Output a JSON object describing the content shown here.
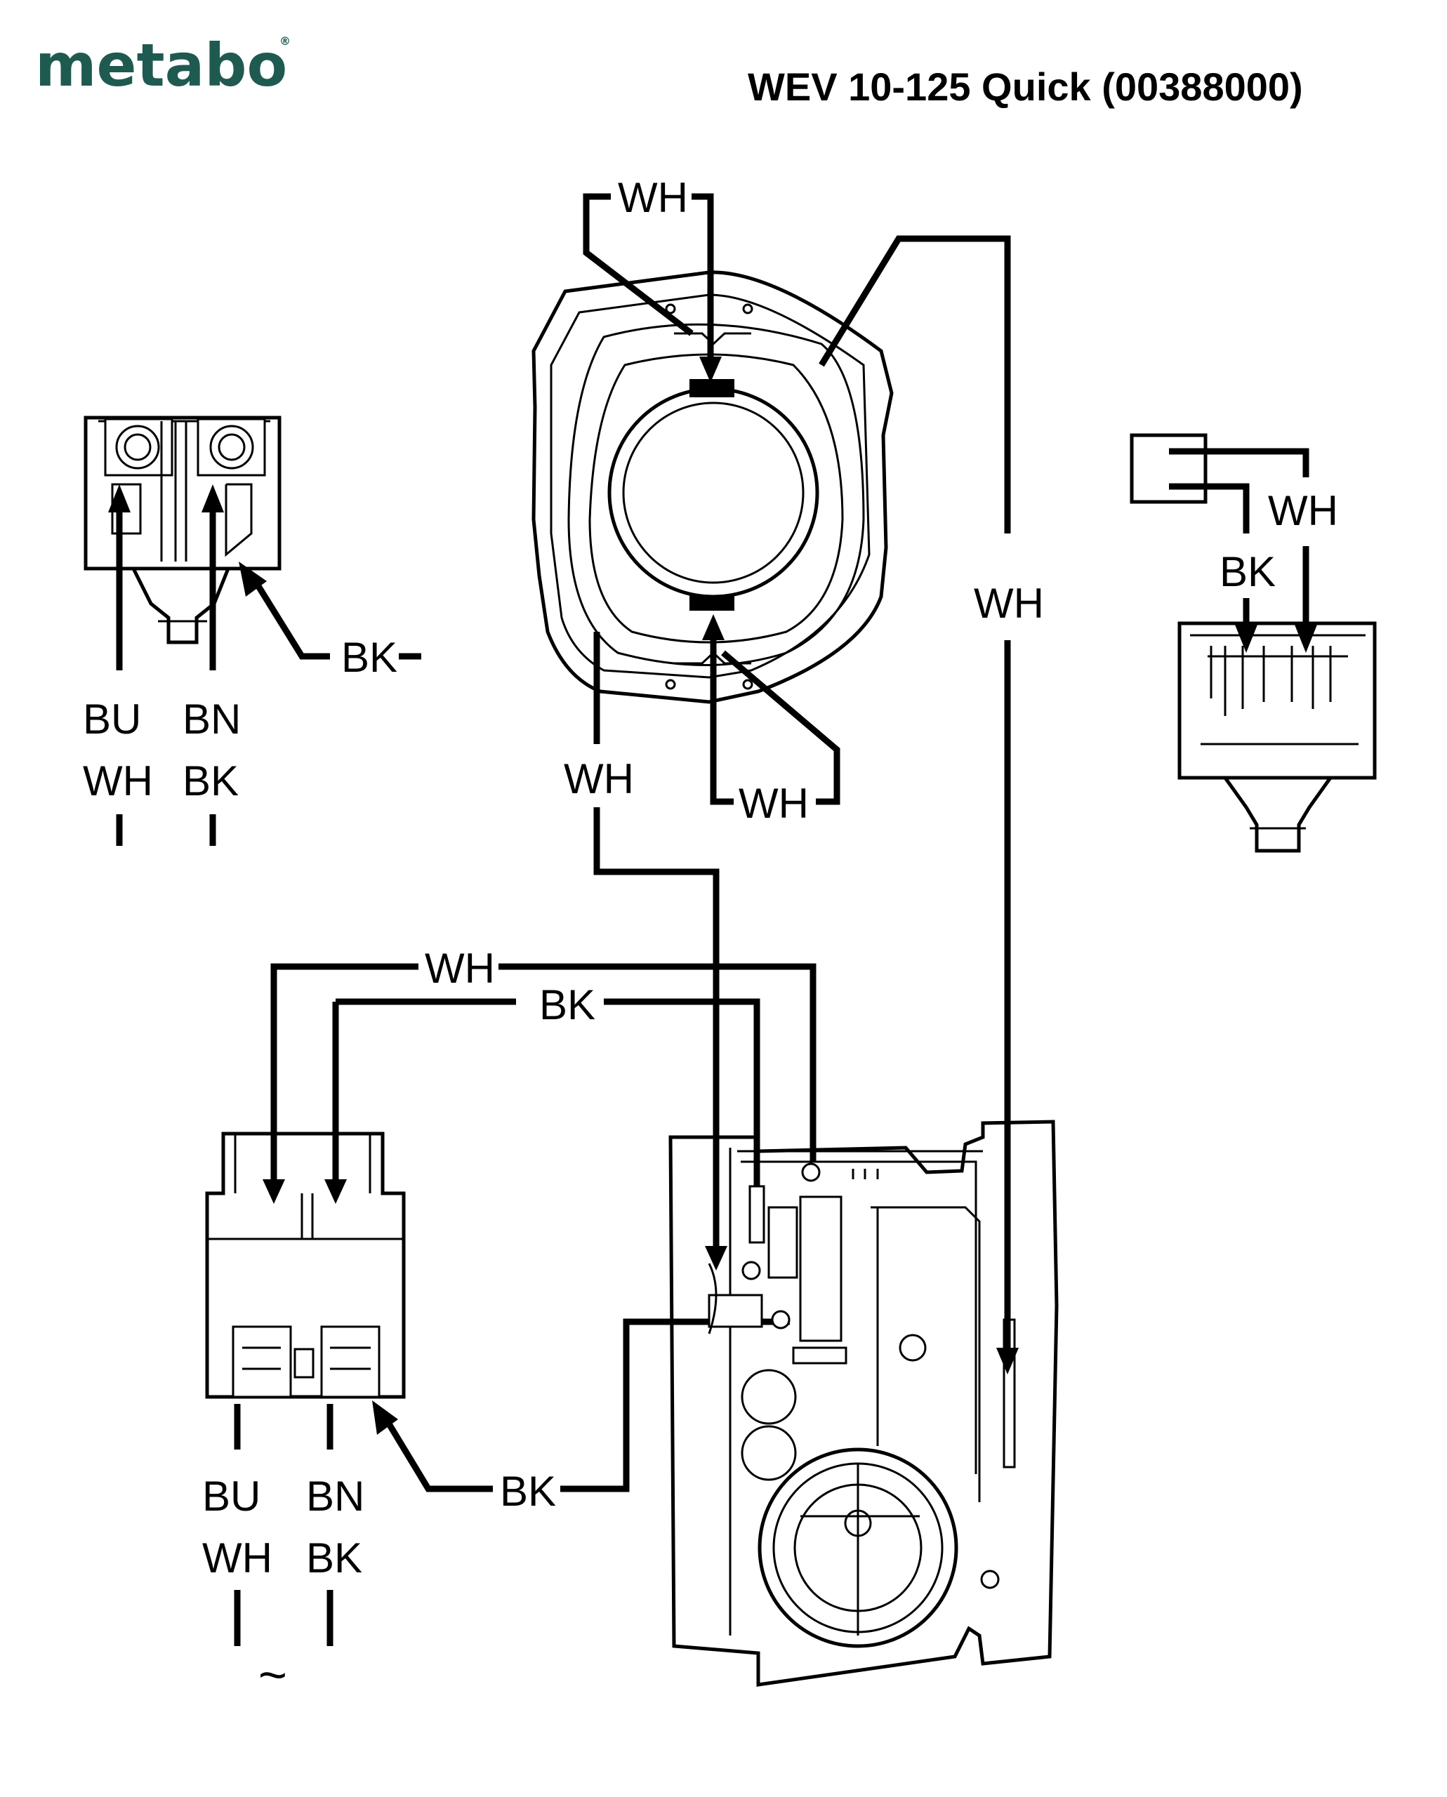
{
  "brand": {
    "logo_text": "metabo",
    "registered_mark": "®"
  },
  "title": "WEV 10-125 Quick (00388000)",
  "labels": {
    "stator_top_wire": "WH",
    "stator_bottom_wire": "WH",
    "stator_left_lead": "WH",
    "right_lead": "WH",
    "connector_wh": "WH",
    "connector_bk": "BK",
    "terminal_block_bk": "BK",
    "terminal_block_left_line1": "BU",
    "terminal_block_left_line2": "WH",
    "terminal_block_right_line1": "BN",
    "terminal_block_right_line2": "BK",
    "switch_top_wh": "WH",
    "switch_top_bk": "BK",
    "switch_bottom_bk": "BK",
    "switch_left_line1": "BU",
    "switch_left_line2": "WH",
    "switch_right_line1": "BN",
    "switch_right_line2": "BK",
    "ac_symbol": "~"
  },
  "colors": {
    "brand": "#1f5a50",
    "ink": "#000000",
    "paper": "#ffffff"
  }
}
